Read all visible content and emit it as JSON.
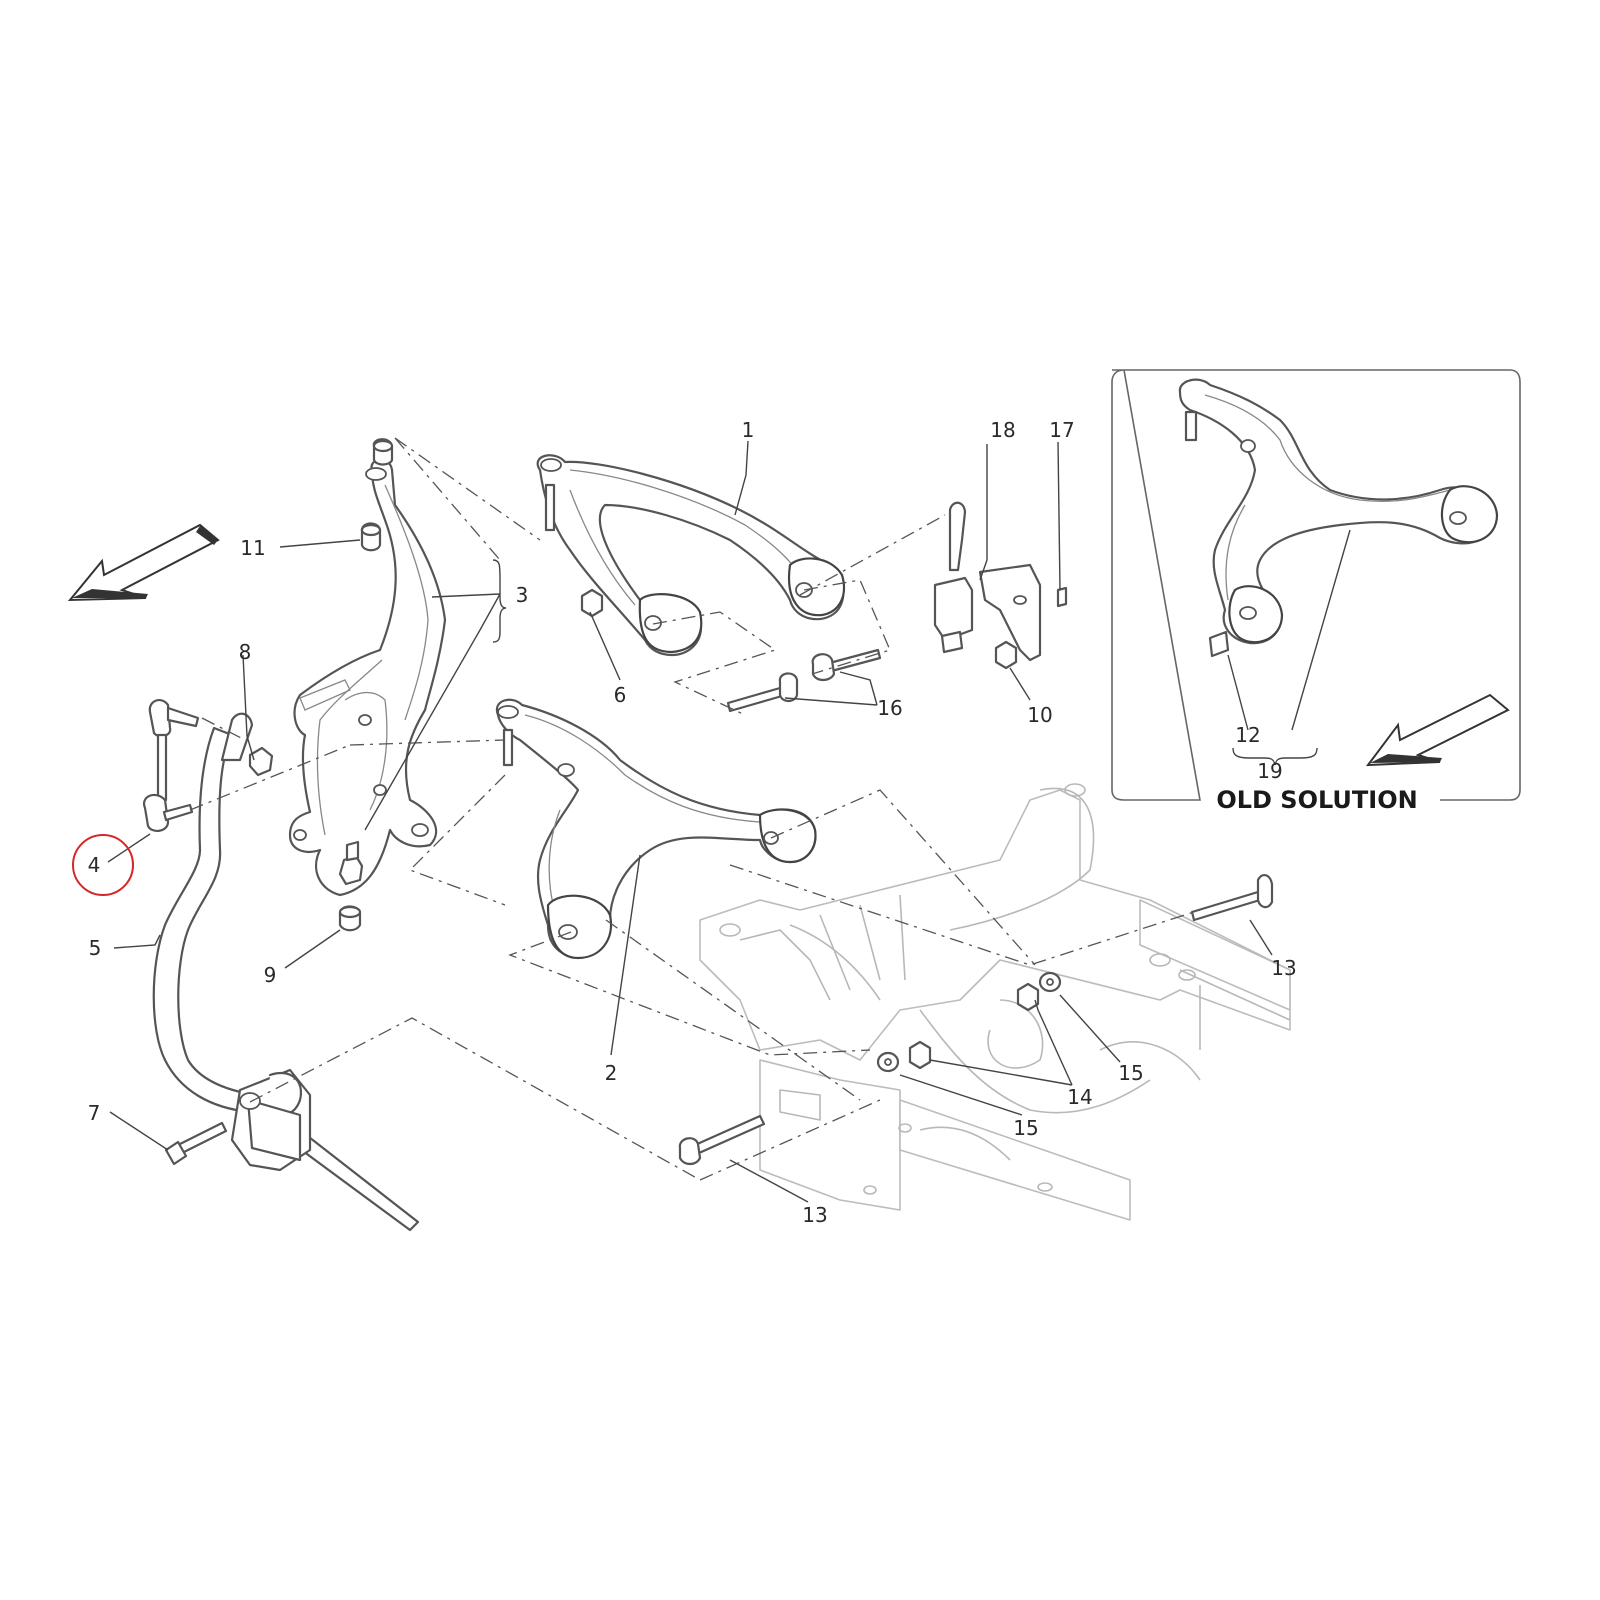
{
  "callouts": [
    {
      "id": "1",
      "text": "1"
    },
    {
      "id": "2",
      "text": "2"
    },
    {
      "id": "3",
      "text": "3"
    },
    {
      "id": "4",
      "text": "4"
    },
    {
      "id": "5",
      "text": "5"
    },
    {
      "id": "6",
      "text": "6"
    },
    {
      "id": "7",
      "text": "7"
    },
    {
      "id": "8",
      "text": "8"
    },
    {
      "id": "9",
      "text": "9"
    },
    {
      "id": "10",
      "text": "10"
    },
    {
      "id": "11",
      "text": "11"
    },
    {
      "id": "12",
      "text": "12"
    },
    {
      "id": "13a",
      "text": "13"
    },
    {
      "id": "13b",
      "text": "13"
    },
    {
      "id": "14",
      "text": "14"
    },
    {
      "id": "15a",
      "text": "15"
    },
    {
      "id": "15b",
      "text": "15"
    },
    {
      "id": "16",
      "text": "16"
    },
    {
      "id": "17",
      "text": "17"
    },
    {
      "id": "18",
      "text": "18"
    },
    {
      "id": "19",
      "text": "19"
    }
  ],
  "inset": {
    "caption": "OLD SOLUTION"
  },
  "highlight": {
    "part": "4",
    "color": "#d62828"
  },
  "colors": {
    "line": "#555555",
    "ghost": "#b8b8b8"
  }
}
